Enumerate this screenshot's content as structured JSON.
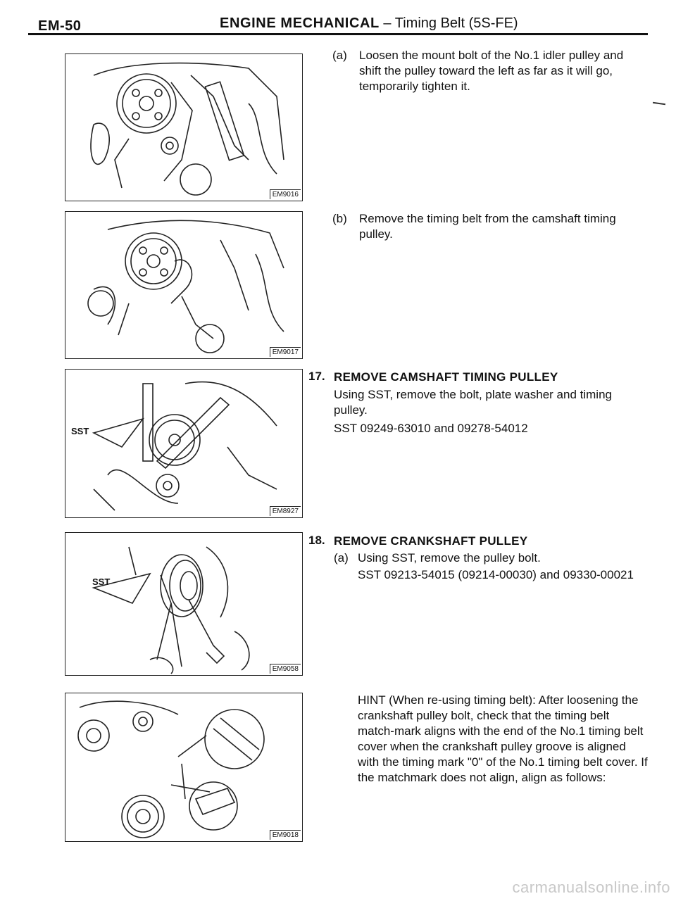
{
  "header": {
    "page_id": "EM-50",
    "section_bold": "ENGINE MECHANICAL",
    "section_rest": " – Timing Belt (5S-FE)"
  },
  "figures": [
    {
      "label": "EM9016"
    },
    {
      "label": "EM9017"
    },
    {
      "label": "EM8927",
      "callout": "SST"
    },
    {
      "label": "EM9058",
      "callout": "SST"
    },
    {
      "label": "EM9018"
    }
  ],
  "steps": {
    "a1": {
      "marker": "(a)",
      "text": "Loosen the mount bolt of the No.1 idler pulley and shift the pulley toward the left as far as it will go, temporarily tighten it."
    },
    "b1": {
      "marker": "(b)",
      "text": "Remove the timing belt from the camshaft timing pulley."
    },
    "s17": {
      "number": "17.",
      "title": "REMOVE CAMSHAFT TIMING PULLEY",
      "text": "Using SST, remove the bolt, plate washer and timing pulley.",
      "sst": "SST 09249-63010 and 09278-54012"
    },
    "s18": {
      "number": "18.",
      "title": "REMOVE CRANKSHAFT PULLEY",
      "a_marker": "(a)",
      "a_text": "Using SST, remove the pulley bolt.",
      "sst": "SST 09213-54015 (09214-00030) and 09330-00021"
    },
    "hint": {
      "text": "HINT (When re-using timing belt): After loosening the crankshaft pulley bolt, check that the timing belt match-mark aligns with the end of the No.1 timing belt cover when the crankshaft pulley groove is aligned with the timing mark \"0\" of the No.1 timing belt cover. If the matchmark does not align, align as follows:"
    }
  },
  "watermark": "carmanualsonline.info"
}
